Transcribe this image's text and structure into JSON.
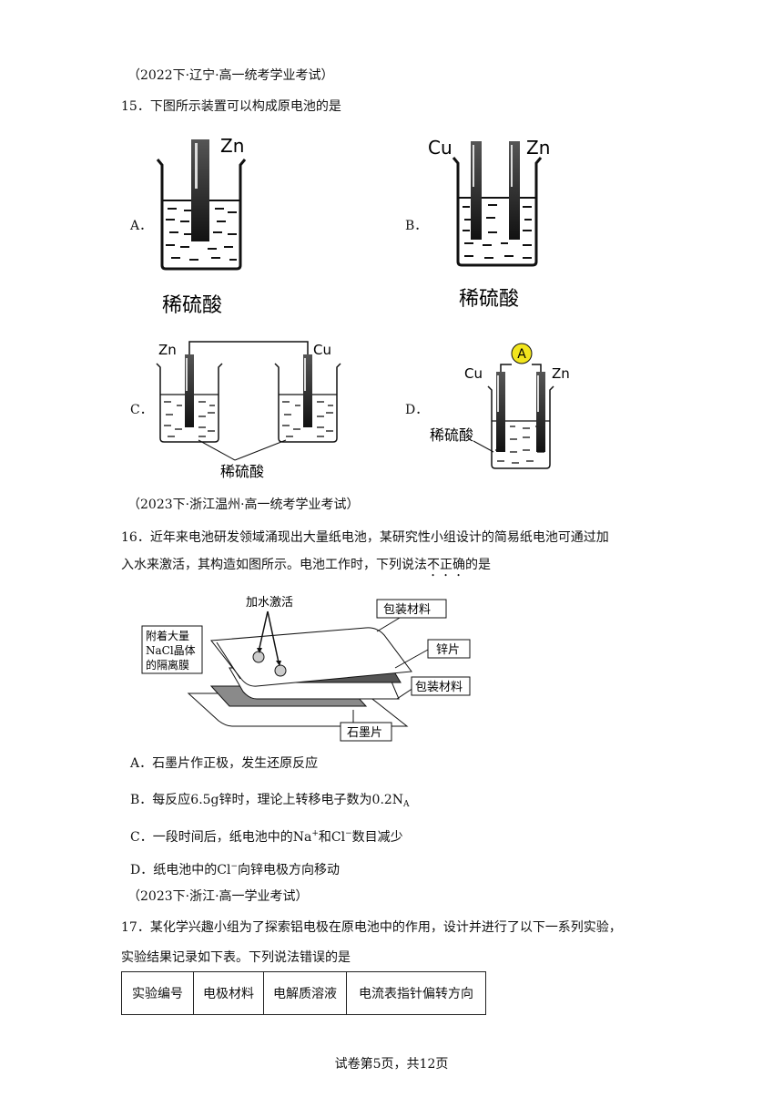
{
  "q15": {
    "source": "（2022下·辽宁·高一统考学业考试）",
    "stem": "15．下图所示装置可以构成原电池的是",
    "options": {
      "A": {
        "letter": "A．",
        "electrode": "Zn",
        "solution": "稀硫酸"
      },
      "B": {
        "letter": "B．",
        "electrode_left": "Cu",
        "electrode_right": "Zn",
        "solution": "稀硫酸"
      },
      "C": {
        "letter": "C．",
        "electrode_left": "Zn",
        "electrode_right": "Cu",
        "solution": "稀硫酸"
      },
      "D": {
        "letter": "D．",
        "meter": "A",
        "electrode_left": "Cu",
        "electrode_right": "Zn",
        "solution": "稀硫酸"
      }
    }
  },
  "q16": {
    "source": "（2023下·浙江温州·高一统考学业考试）",
    "stem_line1": "16．近年来电池研发领域涌现出大量纸电池，某研究性小组设计的简易纸电池可通过加",
    "stem_line2_a": "入水来激活，其构造如图所示。电池工作时，下列说法",
    "stem_line2_emph": "不正确",
    "stem_line2_b": "的是",
    "diagram": {
      "activate": "加水激活",
      "pack_top": "包装材料",
      "membrane_l1": "附着大量",
      "membrane_l2": "NaCl晶体",
      "membrane_l3": "的隔离膜",
      "zinc": "锌片",
      "pack_bottom": "包装材料",
      "graphite": "石墨片"
    },
    "options": {
      "A": "A．石墨片作正极，发生还原反应",
      "B_a": "B．每反应",
      "B_mass": "6.5g",
      "B_b": "锌时，理论上转移电子数为",
      "B_val": "0.2N",
      "B_sub": "A",
      "C_a": "C．一段时间后，纸电池中的",
      "C_na": "Na",
      "C_na_sup": "+",
      "C_and": "和",
      "C_cl": "Cl",
      "C_cl_sup": "−",
      "C_b": "数目减少",
      "D_a": "D．纸电池中的",
      "D_cl": "Cl",
      "D_cl_sup": "−",
      "D_b": "向锌电极方向移动"
    }
  },
  "q17": {
    "source": "（2023下·浙江·高一学业考试）",
    "stem_line1": "17．某化学兴趣小组为了探索铝电极在原电池中的作用，设计并进行了以下一系列实验，",
    "stem_line2": "实验结果记录如下表。下列说法错误的是",
    "table_headers": [
      "实验编号",
      "电极材料",
      "电解质溶液",
      "电流表指针偏转方向"
    ]
  },
  "footer": "试卷第5页，共12页",
  "colors": {
    "meter": "#f2e51d",
    "text": "#111111"
  }
}
